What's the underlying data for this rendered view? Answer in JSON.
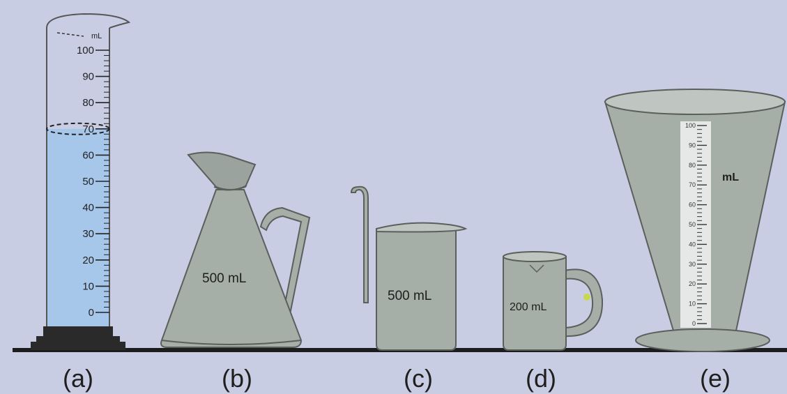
{
  "figure": {
    "cylinder": {
      "caption": "(a)",
      "unit": "mL",
      "scale_ticks": [
        "100",
        "90",
        "80",
        "70",
        "60",
        "50",
        "40",
        "30",
        "20",
        "10",
        "0"
      ],
      "liquid_level_ml": 70,
      "liquid_color": "#a6c6ea"
    },
    "jug": {
      "caption": "(b)",
      "volume_label": "500 mL"
    },
    "beaker": {
      "caption": "(c)",
      "volume_label": "500 mL"
    },
    "mug": {
      "caption": "(d)",
      "volume_label": "200 mL"
    },
    "conical": {
      "caption": "(e)",
      "unit": "mL",
      "scale_ticks": [
        "100",
        "90",
        "80",
        "70",
        "60",
        "50",
        "40",
        "30",
        "20",
        "10",
        "0"
      ]
    },
    "colors": {
      "background": "#c9cde3",
      "vessel_fill": "#a6aea8",
      "vessel_stroke": "#5b5f5c",
      "base": "#2a2a2a"
    }
  }
}
